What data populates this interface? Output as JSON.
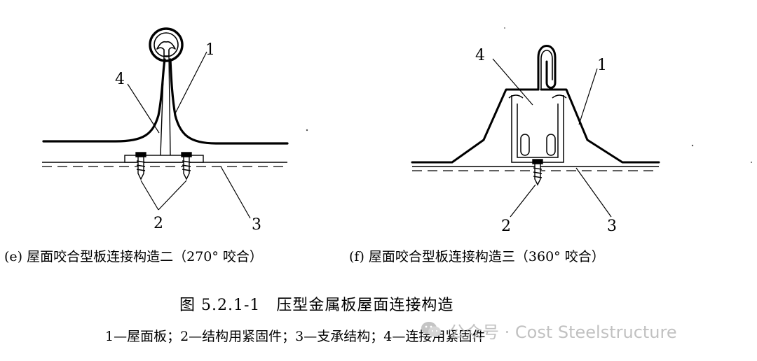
{
  "figure_e": {
    "caption": "(e) 屋面咬合型板连接构造二（270° 咬合）",
    "labels": {
      "panel": "1",
      "fastener": "2",
      "support": "3",
      "clip": "4"
    }
  },
  "figure_f": {
    "caption": "(f) 屋面咬合型板连接构造三（360° 咬合）",
    "labels": {
      "panel": "1",
      "fastener": "2",
      "support": "3",
      "clip": "4"
    }
  },
  "figure_title": "图 5.2.1-1　压型金属板屋面连接构造",
  "legend": "1—屋面板；2—结构用紧固件；3—支承结构；4—连接用紧固件",
  "watermark": {
    "text": "公众号 · Cost Steelstructure",
    "icon": "wechat-icon",
    "color": "#b7b7b7"
  }
}
